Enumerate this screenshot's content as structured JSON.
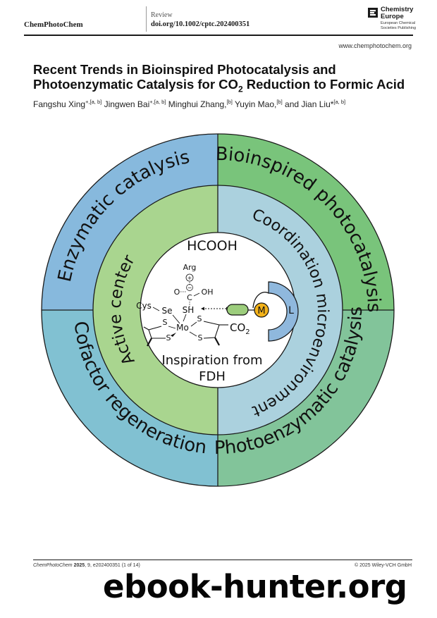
{
  "header": {
    "journal_name": "ChemPhotoChem",
    "section": "Review",
    "doi": "doi.org/10.1002/cptc.202400351",
    "logo_line1": "Chemistry",
    "logo_line2": "Europe",
    "logo_sub1": "European Chemical",
    "logo_sub2": "Societies Publishing",
    "website": "www.chemphotochem.org"
  },
  "article": {
    "title_part1": "Recent Trends in Bioinspired Photocatalysis and",
    "title_part2": "Photoenzymatic Catalysis for CO",
    "title_sub": "2",
    "title_part3": " Reduction to Formic Acid",
    "authors": [
      {
        "name": "Fangshu Xing",
        "aff": "+,[a, b]",
        "sep": " "
      },
      {
        "name": "Jingwen Bai",
        "aff": "+,[a, b]",
        "sep": " "
      },
      {
        "name": "Minghui Zhang,",
        "aff": "[b]",
        "sep": " "
      },
      {
        "name": "Yuyin Mao,",
        "aff": "[b]",
        "sep": " and "
      },
      {
        "name": "Jian Liu*",
        "aff": "[a, b]",
        "sep": ""
      }
    ]
  },
  "figure": {
    "outer_labels": {
      "top_left": "Enzymatic catalysis",
      "top_right": "Bioinspired photocatalysis",
      "bottom_left": "Cofactor regeneration",
      "bottom_right": "Photoenzymatic catalysis"
    },
    "inner_labels": {
      "left": "Active center",
      "right": "Coordination microenvironment"
    },
    "center": {
      "product": "HCOOH",
      "caption_line1": "Inspiration from",
      "caption_line2": "FDH",
      "arg": "Arg",
      "plus": "+",
      "minus": "−",
      "o_left": "O",
      "c_atom": "C",
      "oh_right": "OH",
      "cys": "Cys",
      "se": "Se",
      "sh": "SH",
      "s1": "S",
      "s2": "S",
      "s3": "S",
      "s4": "S",
      "mo": "Mo",
      "co2": "CO",
      "co2_sub": "2",
      "metal": "M",
      "ligand": "L"
    },
    "colors": {
      "blue_outer": "#87b9dd",
      "green_outer": "#79c47b",
      "teal_outer": "#81c1d2",
      "seagreen_outer": "#82c49a",
      "inner_green": "#a9d58f",
      "inner_lightblue": "#abd1de",
      "metal_yellow": "#f3b21a",
      "ligand_blue": "#8fb8dd",
      "linker_green": "#9ccd7c"
    }
  },
  "footer": {
    "citation_journal": "ChemPhotoChem",
    "citation_year": "2025",
    "citation_rest": ", 9, e202400351 (1 of 14)",
    "copyright": "© 2025 Wiley-VCH GmbH"
  },
  "watermark": "ebook-hunter.org"
}
